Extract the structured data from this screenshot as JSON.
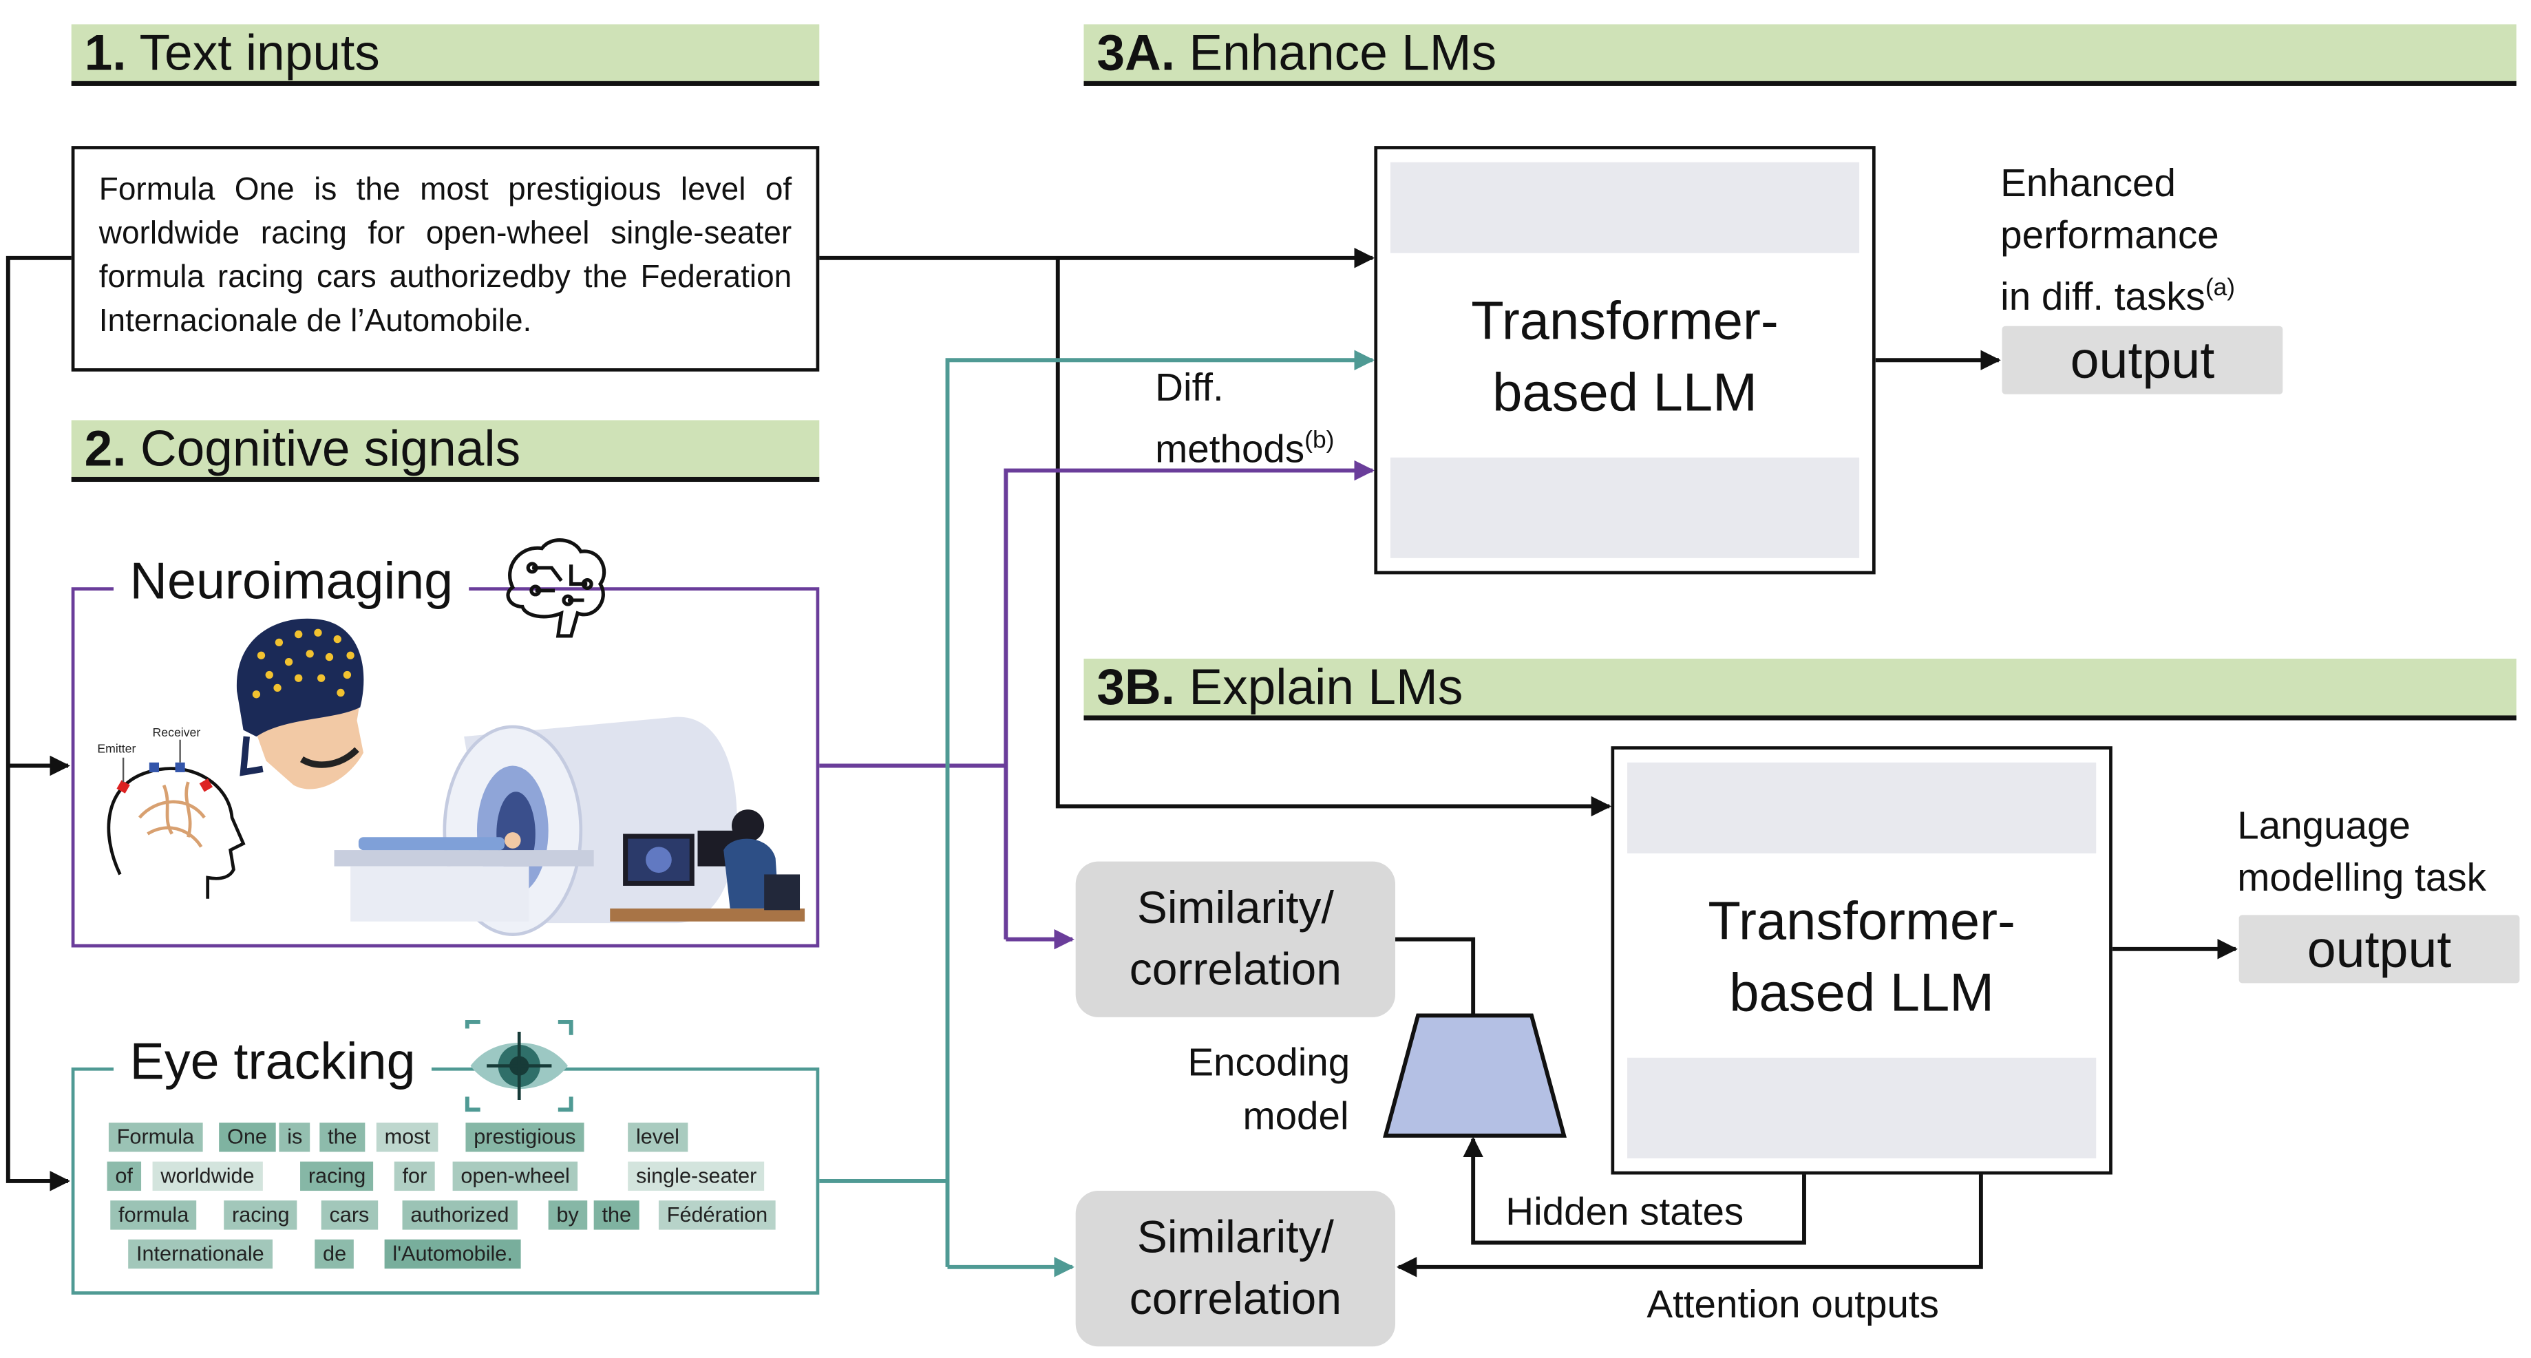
{
  "sections": {
    "text_inputs": {
      "num": "1.",
      "title": "Text inputs"
    },
    "cognitive": {
      "num": "2.",
      "title": "Cognitive signals"
    },
    "enhance": {
      "num": "3A.",
      "title": "Enhance LMs"
    },
    "explain": {
      "num": "3B.",
      "title": "Explain LMs"
    }
  },
  "text_input": {
    "paragraph": "Formula One is the most prestigious level of worldwide racing for open-wheel single-seater formula racing cars authorizedby the Federation Internacionale de l’Automobile."
  },
  "neuroimaging": {
    "title": "Neuroimaging",
    "emitter": "Emitter",
    "receiver": "Receiver"
  },
  "eye_tracking": {
    "title": "Eye tracking",
    "words": [
      {
        "t": "Formula",
        "s": 0.55
      },
      {
        "t": "One",
        "s": 0.75
      },
      {
        "t": "is",
        "s": 0.6
      },
      {
        "t": "the",
        "s": 0.65
      },
      {
        "t": "most",
        "s": 0.3
      },
      {
        "t": "prestigious",
        "s": 0.7
      },
      {
        "t": "level",
        "s": 0.45
      },
      {
        "t": "of",
        "s": 0.65
      },
      {
        "t": "worldwide",
        "s": 0.15
      },
      {
        "t": "racing",
        "s": 0.7
      },
      {
        "t": "for",
        "s": 0.4
      },
      {
        "t": "open-wheel",
        "s": 0.45
      },
      {
        "t": "single-seater",
        "s": 0.15
      },
      {
        "t": "formula",
        "s": 0.55
      },
      {
        "t": "racing",
        "s": 0.5
      },
      {
        "t": "cars",
        "s": 0.5
      },
      {
        "t": "authorized",
        "s": 0.55
      },
      {
        "t": "by",
        "s": 0.7
      },
      {
        "t": "the",
        "s": 0.75
      },
      {
        "t": "Fédération",
        "s": 0.35
      },
      {
        "t": "Internationale",
        "s": 0.5
      },
      {
        "t": "de",
        "s": 0.65
      },
      {
        "t": "l'Automobile.",
        "s": 0.8
      }
    ]
  },
  "enhance": {
    "llm_line1": "Transformer-",
    "llm_line2": "based LLM",
    "result_line1": "Enhanced",
    "result_line2": "performance",
    "result_line3": "in diff. tasks",
    "result_sup": "(a)",
    "output": "output",
    "methods_line1": "Diff.",
    "methods_line2": "methods",
    "methods_sup": "(b)"
  },
  "explain": {
    "llm_line1": "Transformer-",
    "llm_line2": "based LLM",
    "task_line1": "Language",
    "task_line2": "modelling task",
    "output": "output",
    "sim1_line1": "Similarity/",
    "sim1_line2": "correlation",
    "sim2_line1": "Similarity/",
    "sim2_line2": "correlation",
    "encoding_line1": "Encoding",
    "encoding_line2": "model",
    "hidden_states": "Hidden states",
    "attention_outputs": "Attention outputs"
  },
  "colors": {
    "section_bg": "#cfe2b7",
    "purple": "#6a3d9a",
    "teal": "#4f9a94",
    "band": "#e8e9ee",
    "output_bg": "#dddddd",
    "encoder": "#b4c0e4"
  }
}
